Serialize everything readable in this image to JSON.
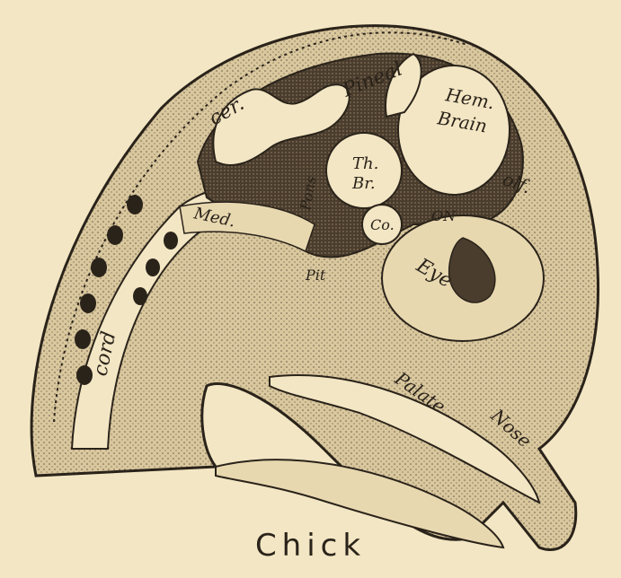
{
  "caption": "Chick",
  "labels": {
    "cer": "cer.",
    "pineal": "Pineal",
    "hem_brain_1": "Hem.",
    "hem_brain_2": "Brain",
    "olf": "olf.",
    "th_br_1": "Th.",
    "th_br_2": "Br.",
    "pons": "Pons",
    "co": "Co.",
    "on": "ON",
    "med": "Med.",
    "eye": "Eye",
    "pit": "Pit",
    "cord": "cord",
    "palate": "Palate",
    "nose": "Nose"
  },
  "colors": {
    "paper": "#f3e6c4",
    "ink": "#2a231a",
    "shade": "#6b5a44"
  }
}
